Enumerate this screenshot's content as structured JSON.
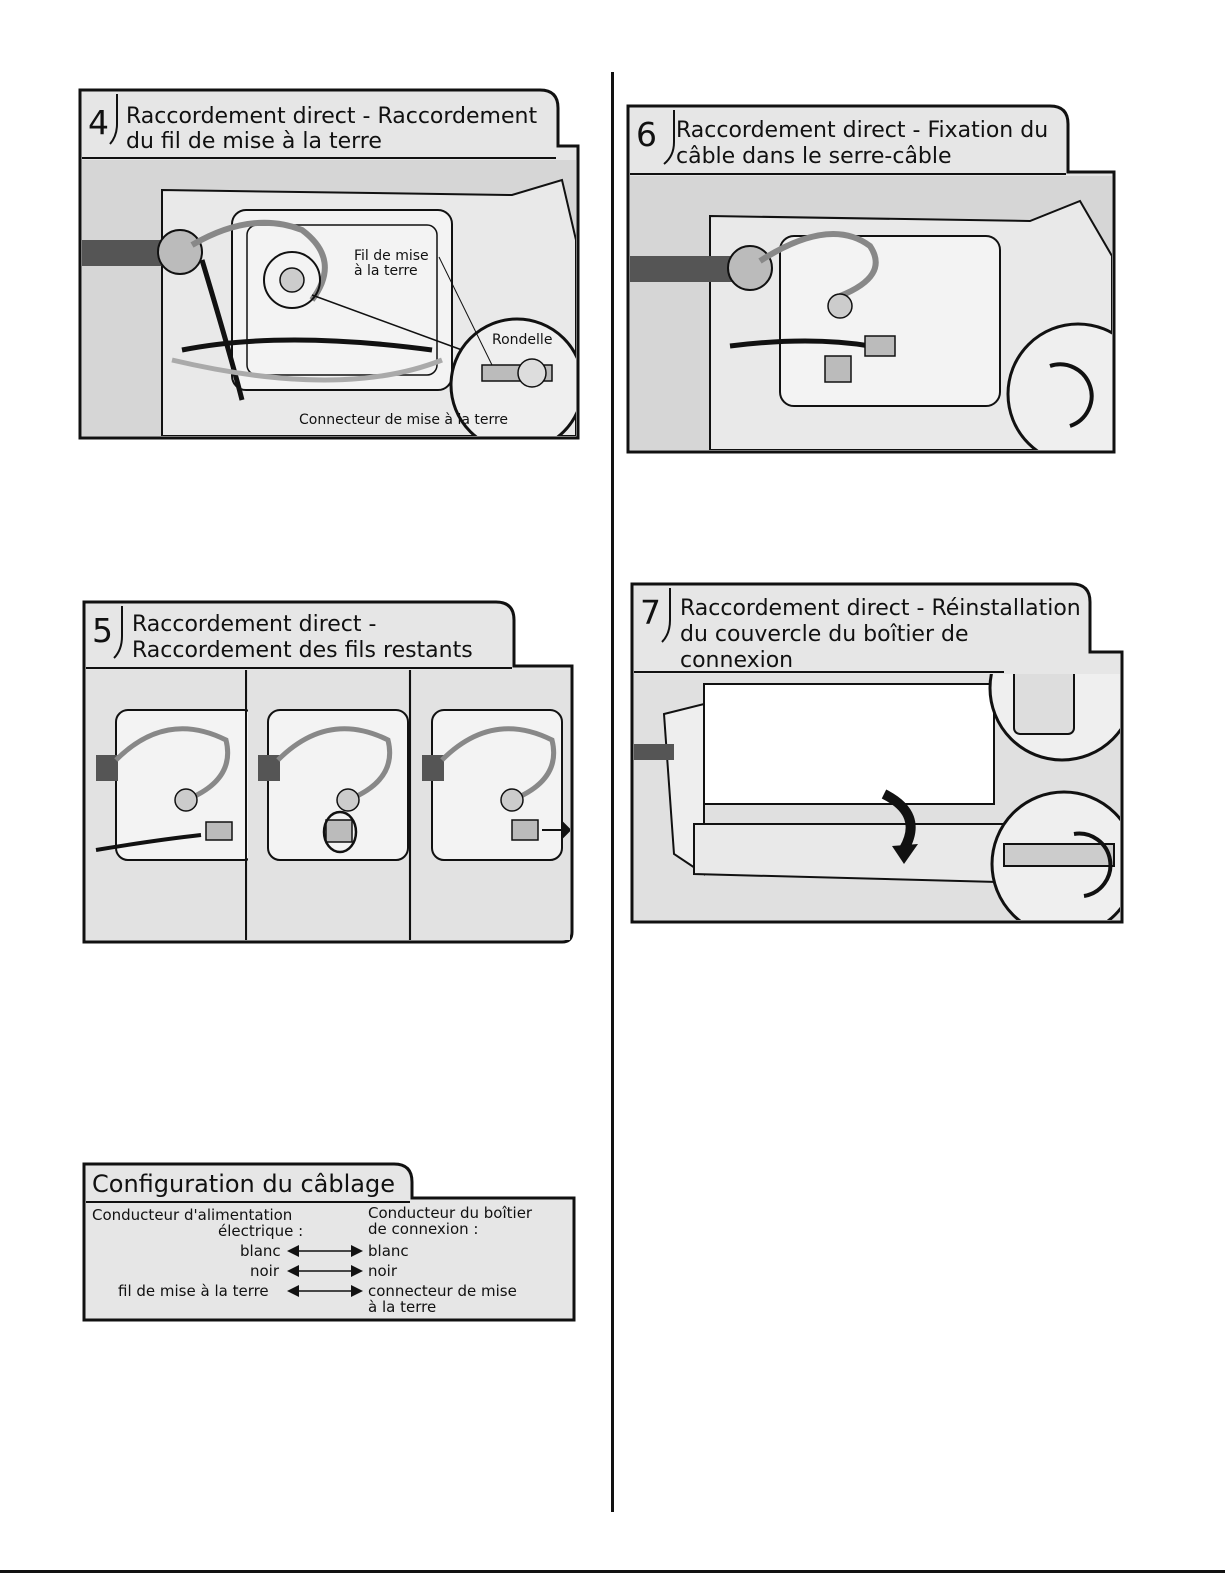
{
  "steps": [
    {
      "number": "4",
      "title_line1": "Raccordement direct - Raccordement",
      "title_line2": "du fil de mise à la terre",
      "callouts": {
        "ground_wire_line1": "Fil de mise",
        "ground_wire_line2": "à la terre",
        "washer": "Rondelle",
        "ground_connector": "Connecteur de mise à la terre"
      }
    },
    {
      "number": "5",
      "title_line1": "Raccordement direct -",
      "title_line2": "Raccordement des fils restants"
    },
    {
      "number": "6",
      "title_line1": "Raccordement direct - Fixation du",
      "title_line2": "câble dans le serre-câble"
    },
    {
      "number": "7",
      "title_line1": "Raccordement direct - Réinstallation",
      "title_line2": "du couvercle du boîtier de",
      "title_line3": "connexion"
    }
  ],
  "wiring_config": {
    "title": "Configuration du câblage",
    "left_header_line1": "Conducteur d'alimentation",
    "left_header_line2": "électrique :",
    "right_header_line1": "Conducteur du boîtier",
    "right_header_line2": "de connexion :",
    "rows": [
      {
        "left": "blanc",
        "right": "blanc"
      },
      {
        "left": "noir",
        "right": "noir"
      },
      {
        "left": "fil de mise à la terre",
        "right": "connecteur de mise",
        "right_line2": "à la terre"
      }
    ]
  }
}
